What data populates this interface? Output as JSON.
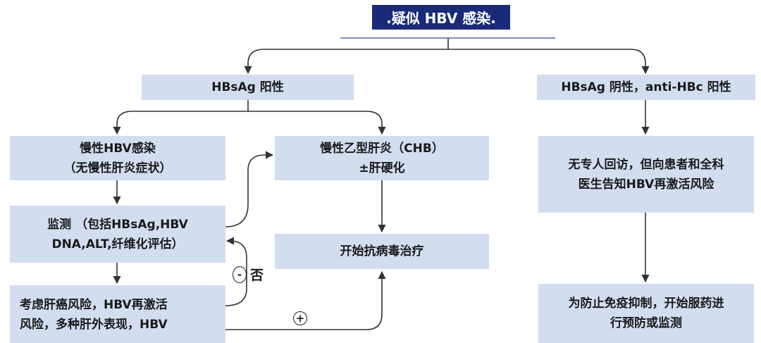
{
  "title": ".疑似 HBV 感染.",
  "left_branch": {
    "label": "HBsAg 阳性"
  },
  "right_branch": {
    "label": "HBsAg 阴性，anti-HBc 阳性"
  },
  "chronic_infection": {
    "line1": "慢性HBV感染",
    "line2": "（无慢性肝炎症状）"
  },
  "chb": {
    "line1": "慢性乙型肝炎（CHB）",
    "line2": "±肝硬化"
  },
  "monitor": {
    "line1": "监测 （包括HBsAg,HBV",
    "line2": "DNA,ALT,纤维化评估）"
  },
  "start_treatment": {
    "label": "开始抗病毒治疗"
  },
  "consider": {
    "line1": "考虑肝癌风险，HBV再激活",
    "line2": "风险，多种肝外表现，HBV"
  },
  "no_followup": {
    "line1": "无专人回访，但向患者和全科",
    "line2": "医生告知HBV再激活风险"
  },
  "prevent": {
    "line1": "为防止免疫抑制，开始服药进",
    "line2": "行预防或监测"
  },
  "decision": {
    "no_symbol": "-",
    "no_label": "否",
    "yes_symbol": "+"
  },
  "colors": {
    "box_fill": "#d2ddf0",
    "title_fill": "#1a2a78",
    "line": "#333333"
  }
}
